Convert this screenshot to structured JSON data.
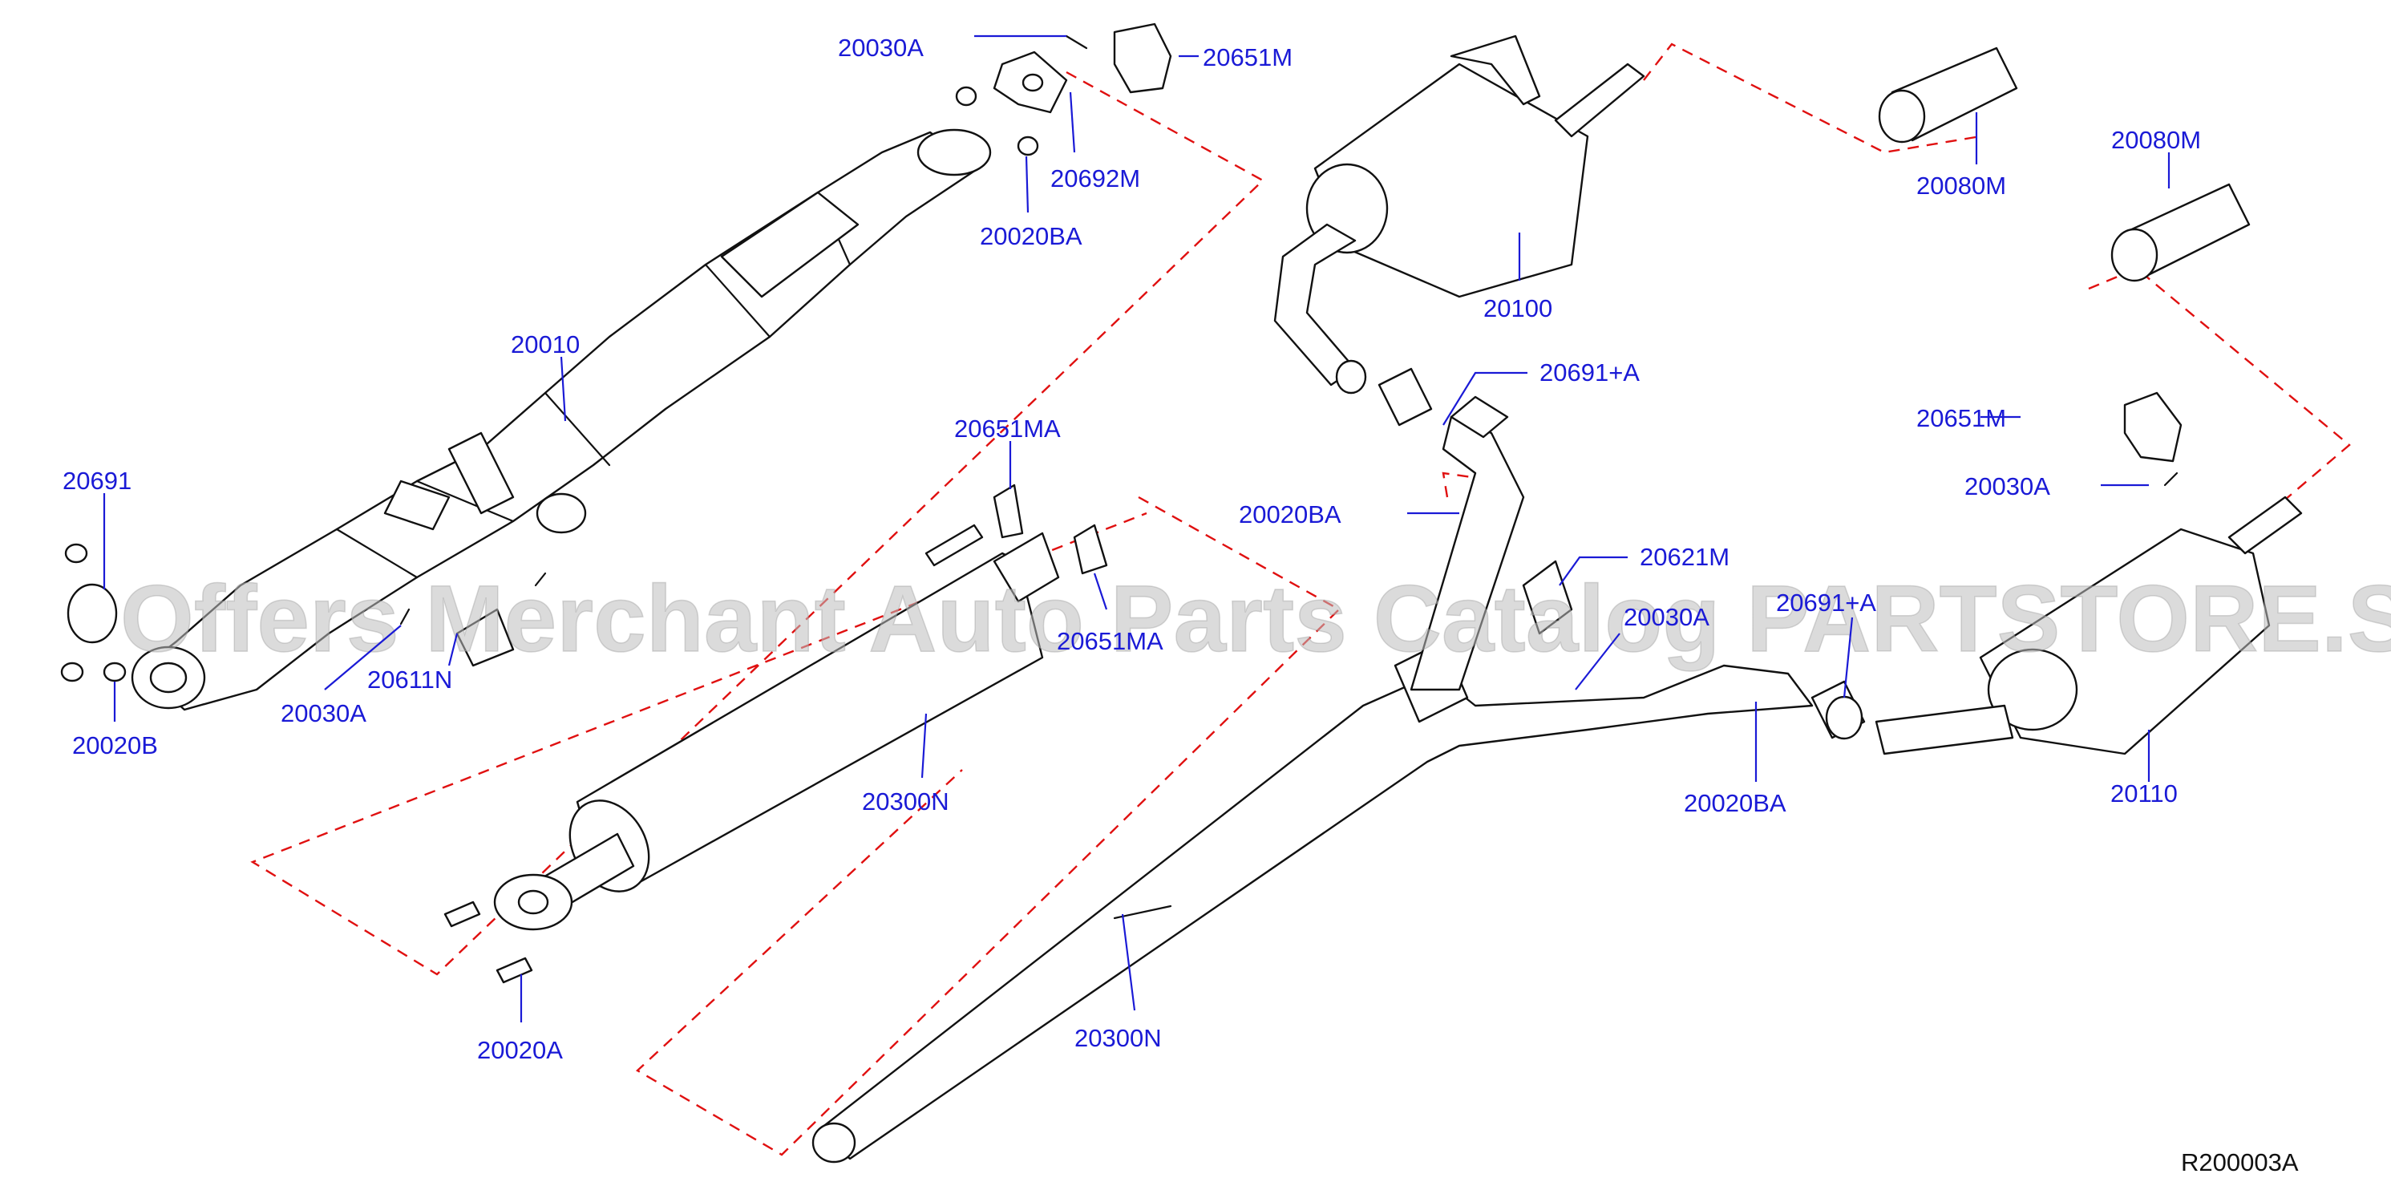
{
  "watermark": "Offers Merchant Auto Parts Catalog PARTSTORE.SA",
  "reference_code": "R200003A",
  "colors": {
    "label": "#1a1ad6",
    "assembly_line": "#e01010",
    "drawing": "#111111",
    "watermark": "#bdbdbd"
  },
  "labels": {
    "p20030A_top": "20030A",
    "p20651M_top": "20651M",
    "p20692M": "20692M",
    "p20020BA_top": "20020BA",
    "p20010": "20010",
    "p20691": "20691",
    "p20020B": "20020B",
    "p20030A_left": "20030A",
    "p20611N": "20611N",
    "p20651MA_top": "20651MA",
    "p20651MA_mid": "20651MA",
    "p20300N_front": "20300N",
    "p20020A": "20020A",
    "p20300N_center": "20300N",
    "p20100": "20100",
    "p20080M_a": "20080M",
    "p20080M_b": "20080M",
    "p20691A_upper": "20691+A",
    "p20020BA_mid": "20020BA",
    "p20621M": "20621M",
    "p20030A_mid": "20030A",
    "p20691A_lower": "20691+A",
    "p20020BA_lower": "20020BA",
    "p20651M_right": "20651M",
    "p20030A_right": "20030A",
    "p20110": "20110"
  }
}
